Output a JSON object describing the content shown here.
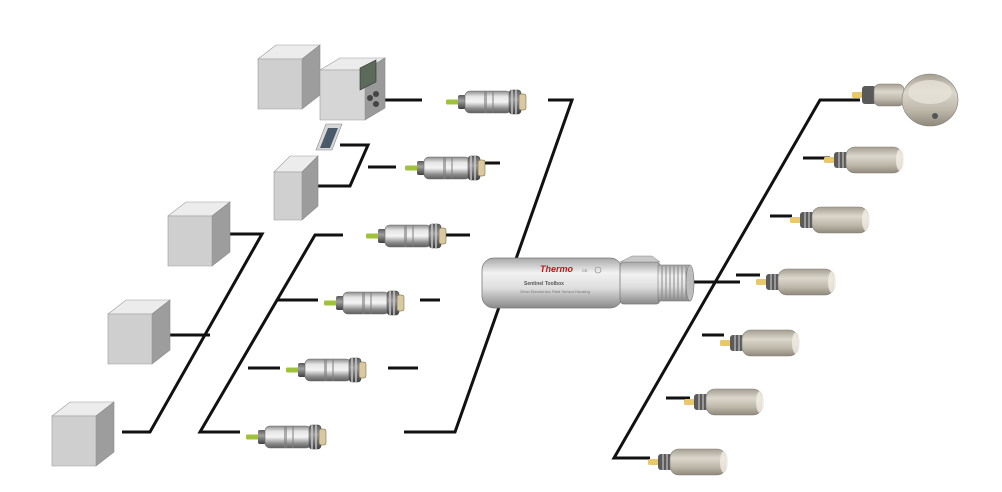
{
  "probe_body": {
    "brand": "Thermo",
    "model_text": "Sentinel Toolbox",
    "fine_print": "Orion Electronics Field Sensor Housing",
    "ce_mark": "CE"
  },
  "colors": {
    "line": "#111111",
    "box_light": "#e2e2e2",
    "box_mid": "#c9c9c9",
    "box_dark": "#9c9c9c",
    "metal_light": "#d9d9d9",
    "metal_dark": "#707070",
    "green_tip": "#9fc23a",
    "ceramic": "#c8c2b4",
    "brand_red": "#c4161c"
  },
  "icons": {
    "instrument": "controller-box-icon",
    "connector": "metal-connector-icon",
    "sensor": "ceramic-sensor-icon",
    "probe": "probe-housing-icon"
  }
}
